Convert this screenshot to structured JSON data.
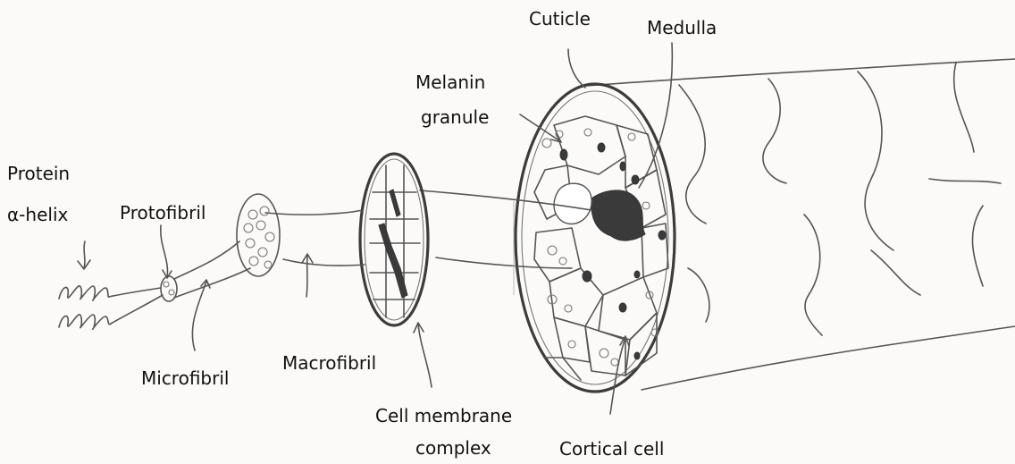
{
  "labels": {
    "protein_alpha_helix_line1": "Protein",
    "protein_alpha_helix_line2": "α-helix",
    "protofibril": "Protofibril",
    "microfibril": "Microfibril",
    "macrofibril": "Macrofibril",
    "cell_membrane_complex_line1": "Cell membrane",
    "cell_membrane_complex_line2": "complex",
    "melanin_granule_line1": "Melanin",
    "melanin_granule_line2": "granule",
    "cuticle": "Cuticle",
    "medulla": "Medulla",
    "cortical_cell": "Cortical cell"
  }
}
